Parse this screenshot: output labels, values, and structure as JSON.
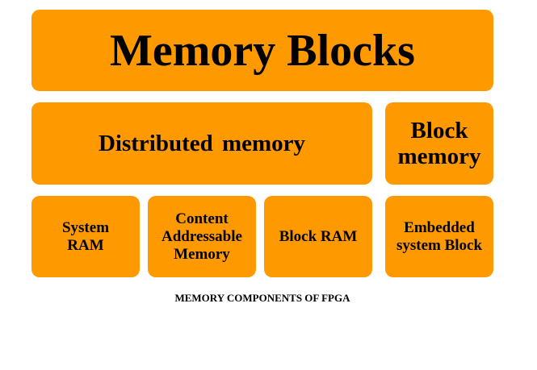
{
  "diagram": {
    "title": "Memory Blocks",
    "level2": [
      {
        "label": "Distributed memory"
      },
      {
        "label": "Block memory",
        "lines": [
          "Block",
          "memory"
        ]
      }
    ],
    "level3": [
      {
        "label": "System RAM",
        "lines": [
          "System",
          "RAM"
        ]
      },
      {
        "label": "Content Addressable Memory",
        "lines": [
          "Content",
          "Addressable",
          "Memory"
        ]
      },
      {
        "label": "Block RAM",
        "lines": [
          "Block RAM"
        ]
      },
      {
        "label": "Embedded system Block",
        "lines": [
          "Embedded",
          "system Block"
        ]
      }
    ],
    "caption": "MEMORY COMPONENTS OF FPGA",
    "colors": {
      "box_fill": "#ff9900",
      "text": "#000000",
      "background": "#ffffff"
    }
  }
}
